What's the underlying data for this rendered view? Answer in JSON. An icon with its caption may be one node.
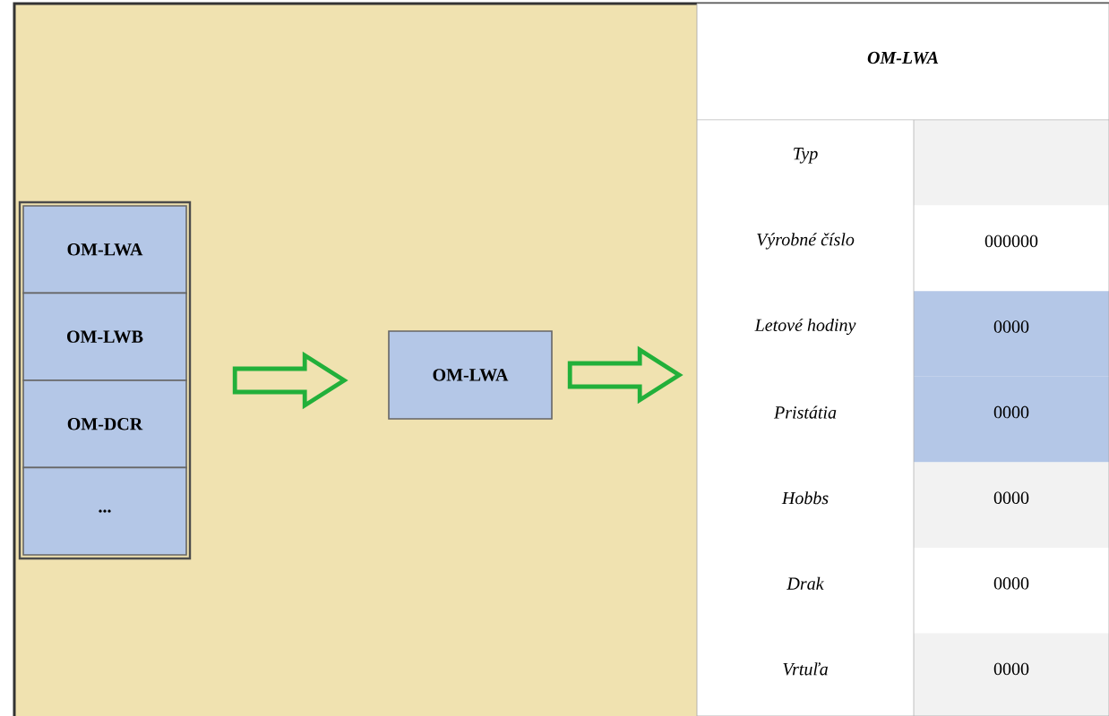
{
  "diagram": {
    "nodes": [
      {
        "text": [],
        "shape": "box"
      },
      {
        "text": [
          "OM-LWA"
        ],
        "in": 0
      },
      {
        "text": [
          "OM-LWB"
        ],
        "in": 0
      },
      {
        "text": [
          "OM-DCR"
        ],
        "in": 0
      },
      {
        "text": [
          "..."
        ],
        "in": 0
      },
      {
        "text": [
          "OM-LWA"
        ]
      },
      {
        "text": [
          "OM-LWA"
        ]
      }
    ],
    "edges": [
      {
        "from": 0,
        "to": 5,
        "arrow": "to"
      },
      {
        "from": 5,
        "to": 6,
        "arrow": "to"
      }
    ],
    "labels": [
      "Typ",
      "Výrobné číslo",
      "000000",
      "Letové hodiny",
      "0000",
      "Pristátia",
      "0000",
      "Hobbs",
      "0000",
      "Drak",
      "0000",
      "Vrtuľa",
      "0000"
    ]
  }
}
